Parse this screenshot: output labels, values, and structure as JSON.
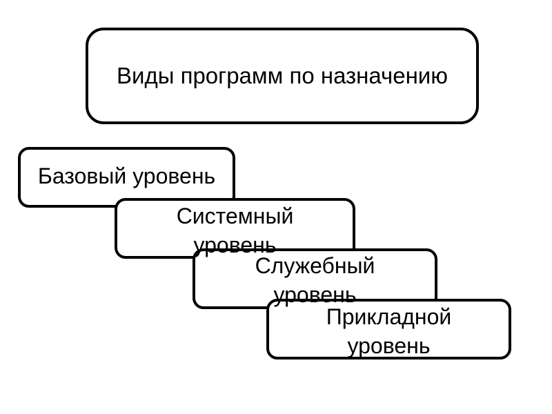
{
  "diagram": {
    "title": "Виды программ по назначению",
    "levels": [
      {
        "line1": "Базовый уровень",
        "line2": ""
      },
      {
        "line1": "Системный",
        "line2": "уровень"
      },
      {
        "line1": "Служебный",
        "line2": "уровень"
      },
      {
        "line1": "Прикладной",
        "line2": "уровень"
      }
    ]
  }
}
